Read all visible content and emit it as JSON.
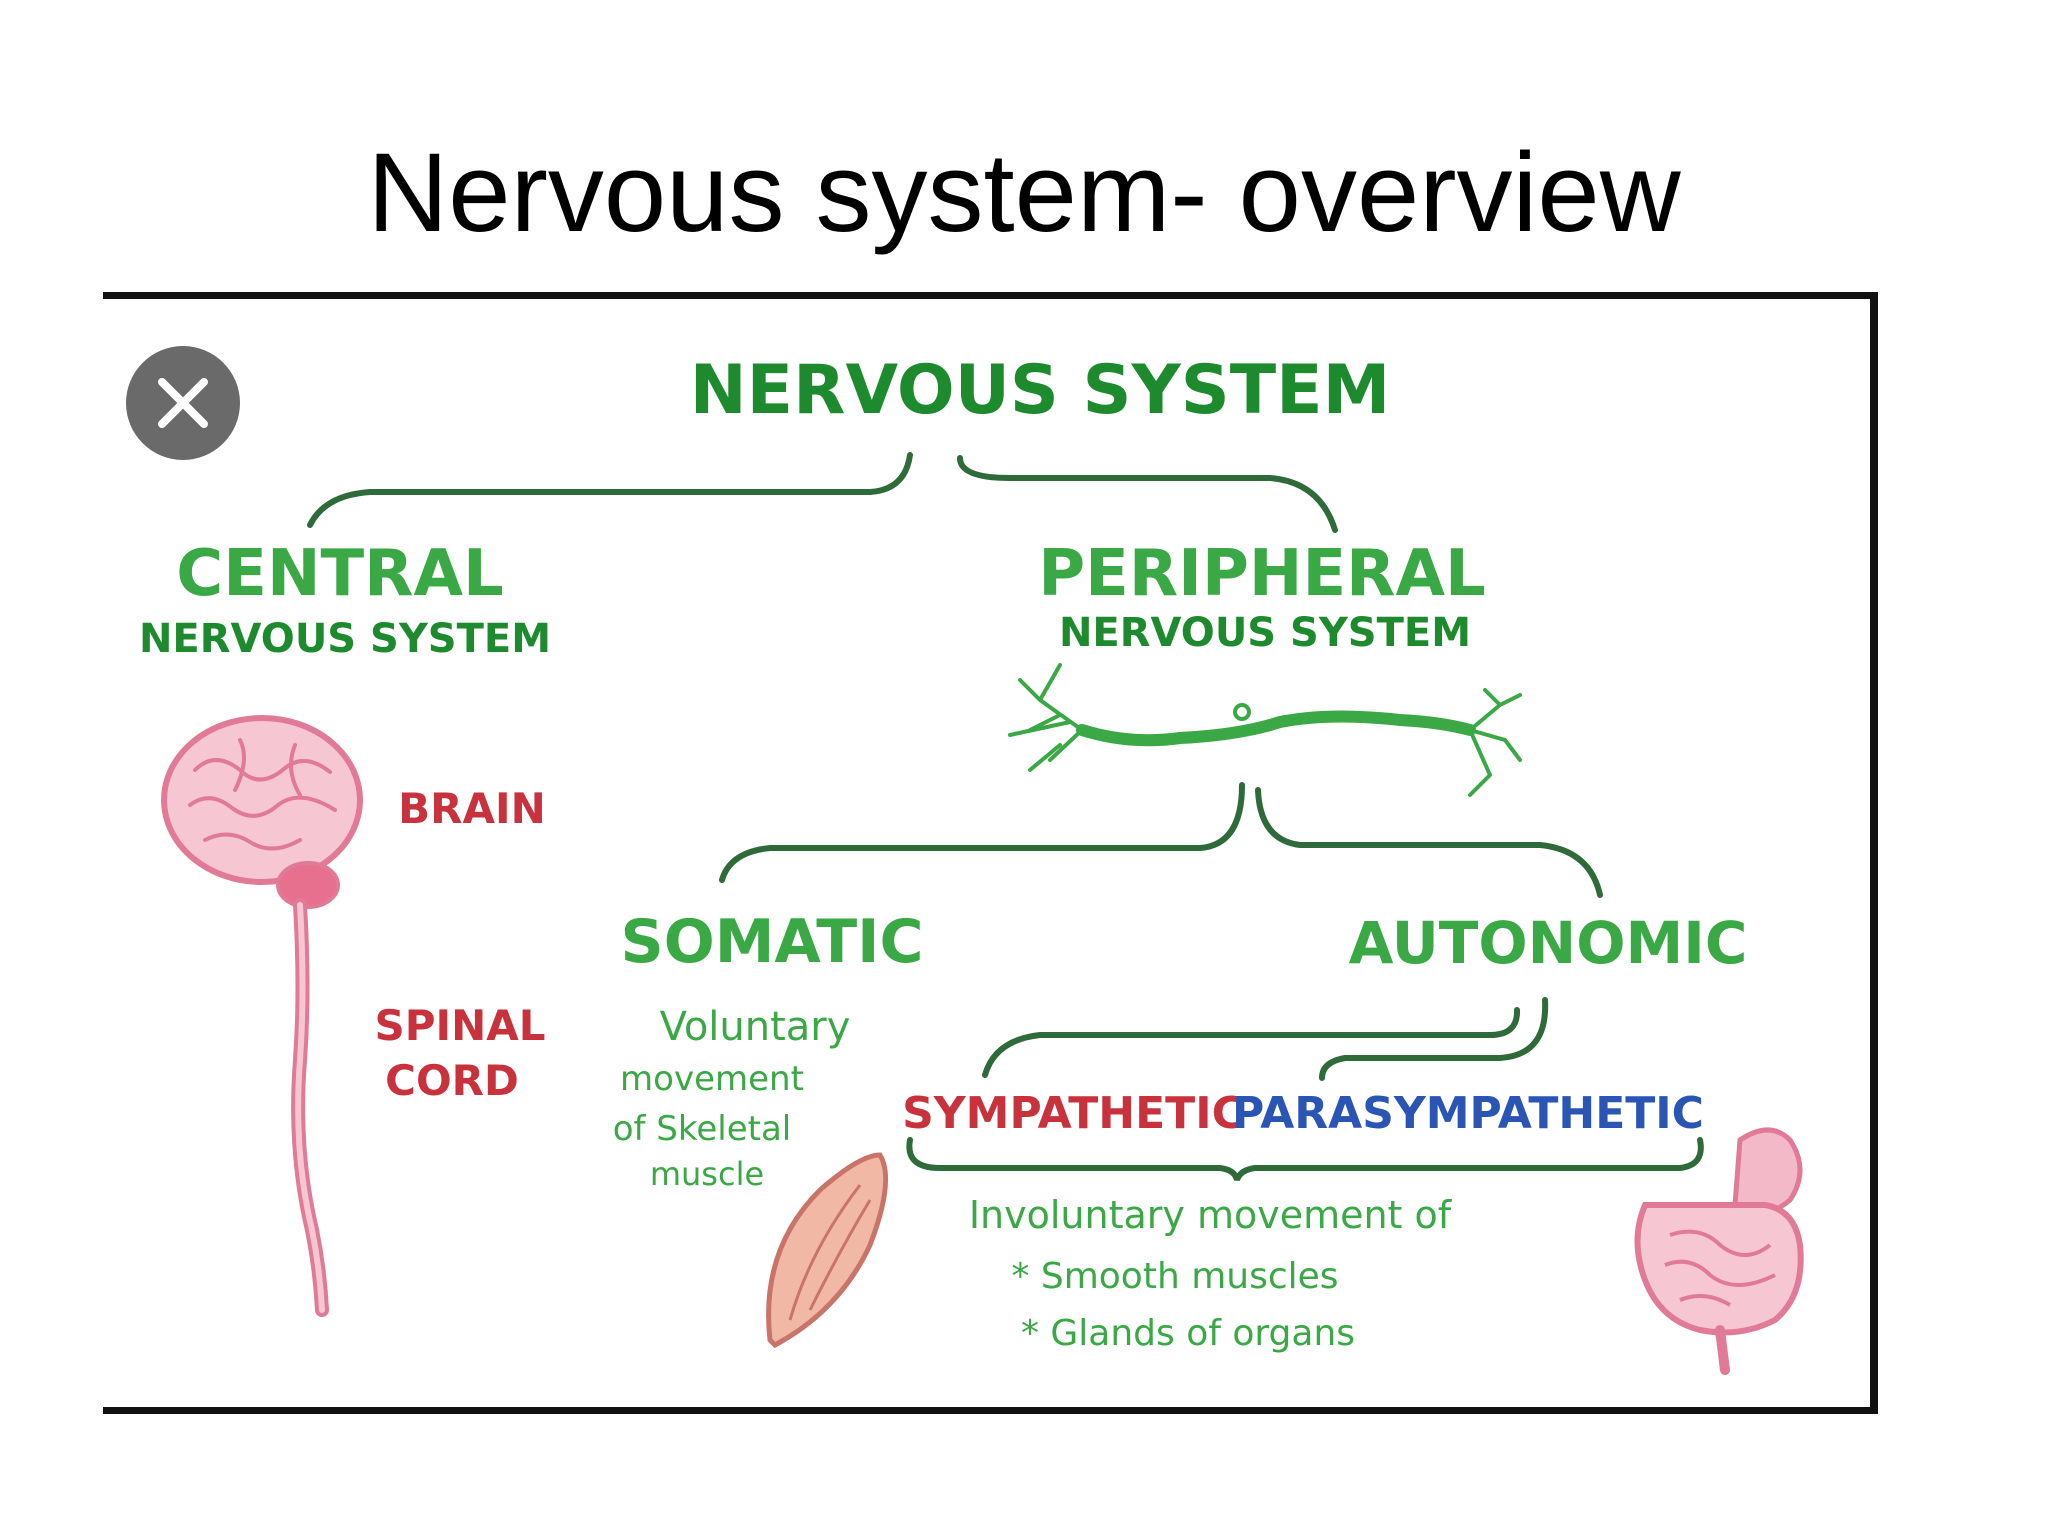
{
  "slide": {
    "title": "Nervous system- overview"
  },
  "close_button": {
    "icon": "close-icon"
  },
  "diagram": {
    "root": "NERVOUS SYSTEM",
    "central": {
      "title": "CENTRAL",
      "subtitle": "NERVOUS SYSTEM"
    },
    "peripheral": {
      "title": "PERIPHERAL",
      "subtitle": "NERVOUS SYSTEM"
    },
    "brain_label": "BRAIN",
    "spinal_label_1": "SPINAL",
    "spinal_label_2": "CORD",
    "somatic": {
      "title": "SOMATIC",
      "desc": [
        "Voluntary",
        "movement",
        "of Skeletal",
        "muscle"
      ]
    },
    "autonomic": {
      "title": "AUTONOMIC"
    },
    "sympathetic": "SYMPATHETIC",
    "parasympathetic": "PARASYMPATHETIC",
    "involuntary": {
      "heading": "Involuntary movement of",
      "items": [
        "* Smooth muscles",
        "* Glands of organs"
      ]
    },
    "colors": {
      "green_text": "#1e8a2e",
      "green_light": "#3aa845",
      "bracket": "#2f6b3a",
      "red": "#c8323c",
      "blue": "#2a55b5",
      "pink": "#e07a96",
      "pink_fill": "#f6c7d3"
    }
  }
}
